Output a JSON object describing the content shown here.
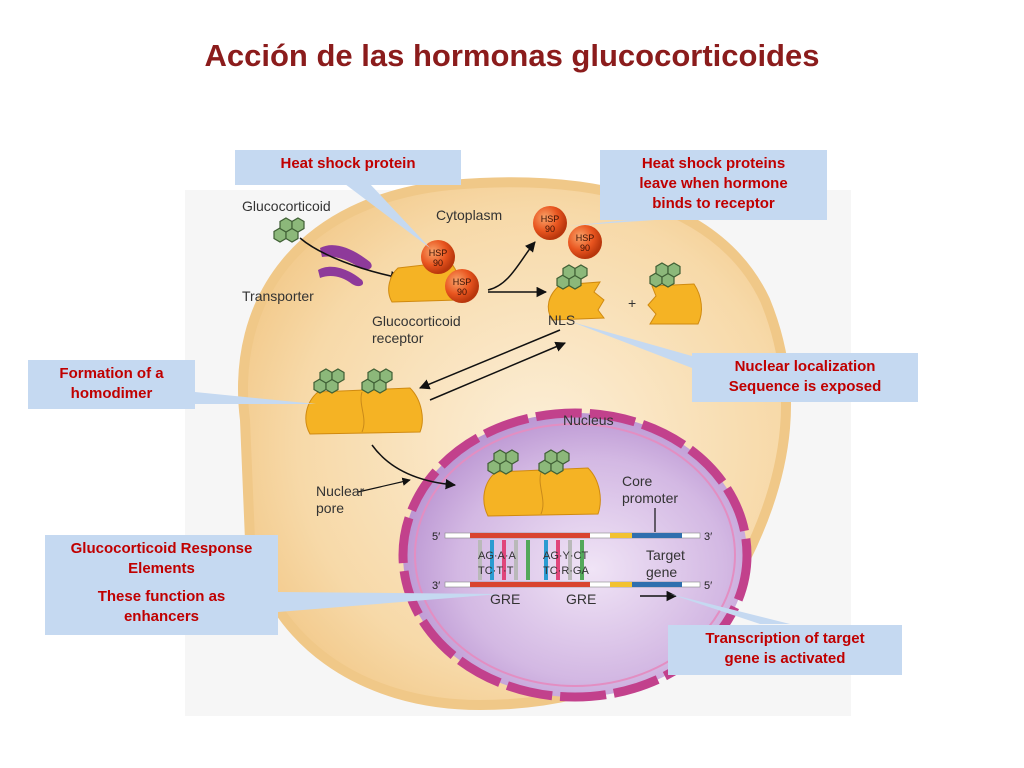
{
  "title": "Acción de las hormonas glucocorticoides",
  "figure": {
    "glucocorticoid": "Glucocorticoid",
    "transporter": "Transporter",
    "cytoplasm": "Cytoplasm",
    "receptor_line1": "Glucocorticoid",
    "receptor_line2": "receptor",
    "hsp_label": "HSP",
    "hsp_number": "90",
    "nls": "NLS",
    "plus": "+",
    "nucleus": "Nucleus",
    "nuclear_pore_line1": "Nuclear",
    "nuclear_pore_line2": "pore",
    "core_promoter_line1": "Core",
    "core_promoter_line2": "promoter",
    "target_gene_line1": "Target",
    "target_gene_line2": "gene",
    "five_prime": "5′",
    "three_prime": "3′",
    "gre": "GRE",
    "dna_top_left": "AG·A·A",
    "dna_top_right": "AG·Y·CT",
    "dna_bottom_left": "TC·T·T",
    "dna_bottom_right": "TC·R·GA"
  },
  "callouts": {
    "heat_shock": "Heat shock protein",
    "hsp_leave": [
      "Heat shock proteins",
      "leave when hormone",
      "binds to receptor"
    ],
    "homodimer": [
      "Formation of a",
      "homodimer"
    ],
    "nls_exposed": [
      "Nuclear localization",
      "Sequence is exposed"
    ],
    "gre_elements": [
      "Glucocorticoid Response",
      "Elements"
    ],
    "enhancers": [
      "These function as",
      "enhancers"
    ],
    "transcription": [
      "Transcription of target",
      "gene is activated"
    ]
  },
  "colors": {
    "title": "#8b1c1c",
    "callout_bg": "#c5d9f1",
    "callout_text": "#c00000",
    "cytoplasm": "#f7d9a8",
    "cell_border": "#f0c888",
    "nucleus": "#c8a9db",
    "nuclear_envelope": "#c2418c",
    "receptor": "#f5b324",
    "hormone": "#8cb87a",
    "hsp": "#e9551f",
    "transporter": "#8e3a9a"
  }
}
